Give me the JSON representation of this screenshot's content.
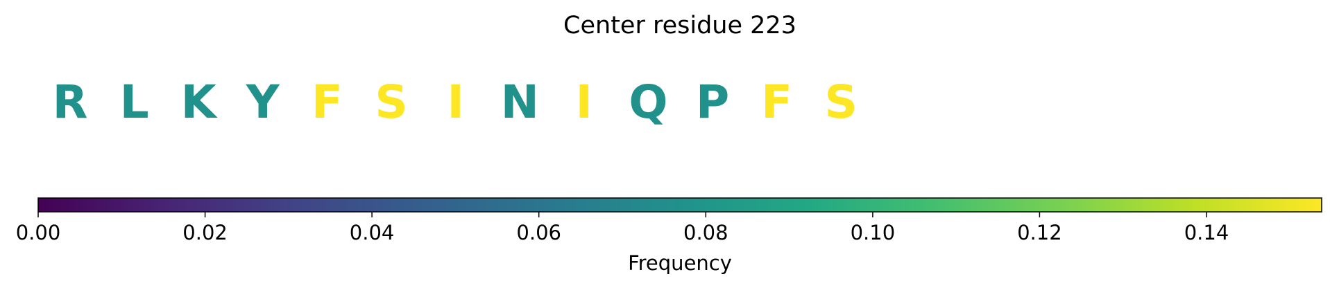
{
  "chart_data": {
    "type": "sequence-colorbar",
    "title": "Center residue 223",
    "colormap": "viridis",
    "residues": [
      {
        "letter": "R",
        "frequency": 0.0769
      },
      {
        "letter": "L",
        "frequency": 0.0769
      },
      {
        "letter": "K",
        "frequency": 0.0769
      },
      {
        "letter": "Y",
        "frequency": 0.0769
      },
      {
        "letter": "F",
        "frequency": 0.1538
      },
      {
        "letter": "S",
        "frequency": 0.1538
      },
      {
        "letter": "I",
        "frequency": 0.1538
      },
      {
        "letter": "N",
        "frequency": 0.0769
      },
      {
        "letter": "I",
        "frequency": 0.1538
      },
      {
        "letter": "Q",
        "frequency": 0.0769
      },
      {
        "letter": "P",
        "frequency": 0.0769
      },
      {
        "letter": "F",
        "frequency": 0.1538
      },
      {
        "letter": "S",
        "frequency": 0.1538
      }
    ],
    "colorbar": {
      "label": "Frequency",
      "range": [
        0,
        0.1538
      ],
      "ticks": [
        0.0,
        0.02,
        0.04,
        0.06,
        0.08,
        0.1,
        0.12,
        0.14
      ],
      "tick_labels": [
        "0.00",
        "0.02",
        "0.04",
        "0.06",
        "0.08",
        "0.10",
        "0.12",
        "0.14"
      ]
    }
  }
}
